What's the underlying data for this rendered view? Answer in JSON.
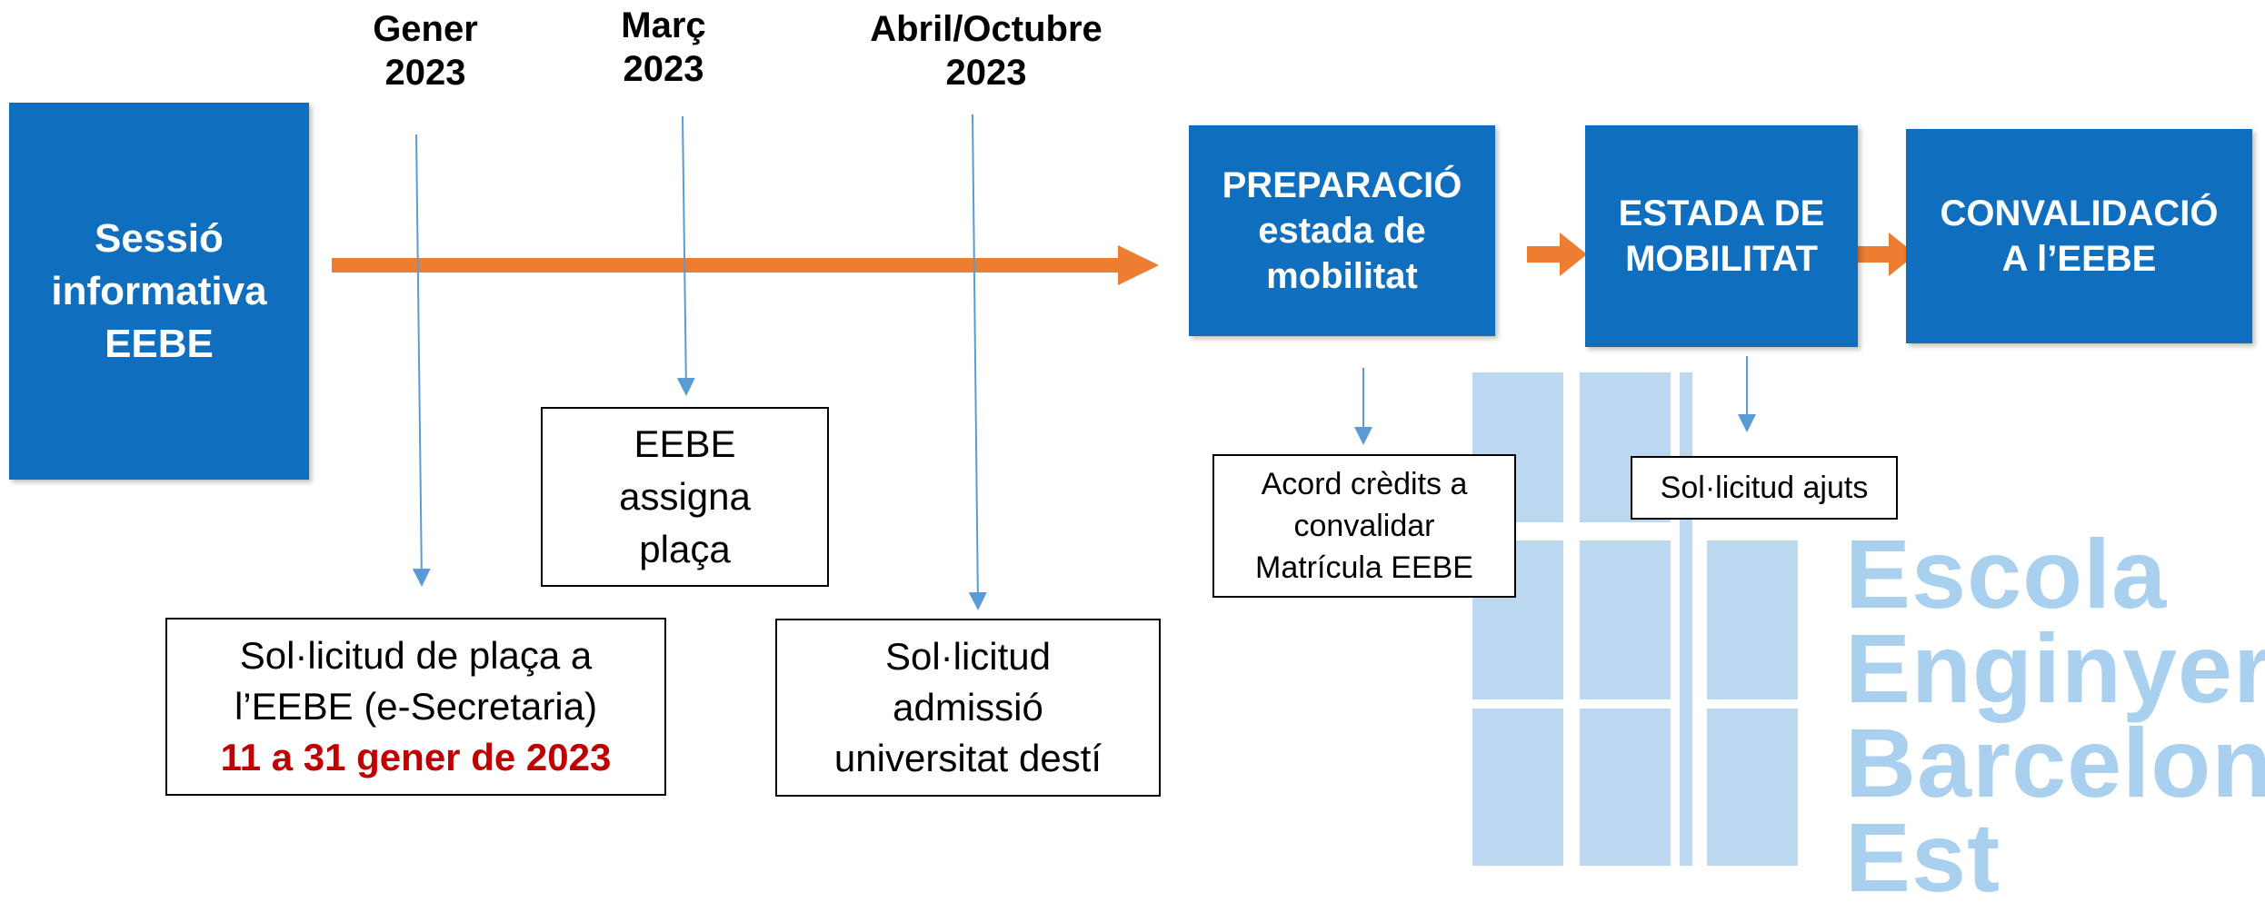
{
  "timeline": {
    "dates": [
      {
        "lines": [
          "Gener",
          "2023"
        ]
      },
      {
        "lines": [
          "Març",
          "2023"
        ]
      },
      {
        "lines": [
          "Abril/Octubre",
          "2023"
        ]
      }
    ],
    "start_box": {
      "lines": [
        "Sessió",
        "informativa",
        "EEBE"
      ]
    }
  },
  "requests": {
    "plaza": {
      "lines": [
        "Sol·licitud de plaça a",
        "l’EEBE (e-Secretaria)"
      ],
      "highlight": "11 a 31 gener de 2023"
    },
    "assign": {
      "lines": [
        "EEBE",
        "assigna",
        "plaça"
      ]
    },
    "admission": {
      "lines": [
        "Sol·licitud",
        "admissió",
        "universitat destí"
      ]
    }
  },
  "stages": [
    {
      "lines": [
        "PREPARACIÓ",
        "estada de",
        "mobilitat"
      ]
    },
    {
      "lines": [
        "ESTADA DE",
        "MOBILITAT"
      ]
    },
    {
      "lines": [
        "CONVALIDACIÓ",
        "A l’EEBE"
      ]
    }
  ],
  "stage_notes": {
    "credits": {
      "lines": [
        "Acord crèdits a",
        "convalidar",
        "Matrícula EEBE"
      ]
    },
    "grants": {
      "text": "Sol·licitud ajuts"
    }
  },
  "logo": {
    "lines": [
      "Escola",
      "Enginyeria",
      "Barcelona",
      "Est"
    ]
  },
  "colors": {
    "primary": "#0F6FBE",
    "arrow": "#ED7D31",
    "connector": "#5B9BD5",
    "highlight": "#C00000",
    "logo": "#A9D0EE"
  }
}
